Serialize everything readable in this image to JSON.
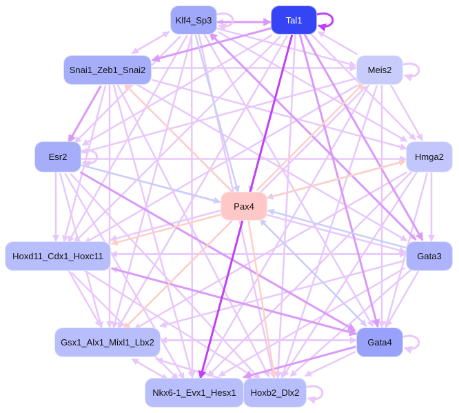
{
  "colors": {
    "lilac": "#e8c8fb",
    "violet": "#d99af8",
    "strong": "#c040f8",
    "blue": "#c9cff8",
    "salmon": "#ffcfc6"
  },
  "nodes": [
    {
      "id": "klf4",
      "label": "Klf4_Sp3",
      "fill": "#a0a8fa",
      "text": "#111"
    },
    {
      "id": "tal1",
      "label": "Tal1",
      "fill": "#3545f5",
      "text": "#ffffff"
    },
    {
      "id": "snai",
      "label": "Snai1_Zeb1_Snai2",
      "fill": "#a6aefa",
      "text": "#111"
    },
    {
      "id": "meis2",
      "label": "Meis2",
      "fill": "#c8ccfb",
      "text": "#111"
    },
    {
      "id": "esr2",
      "label": "Esr2",
      "fill": "#a6aefa",
      "text": "#111"
    },
    {
      "id": "hmga2",
      "label": "Hmga2",
      "fill": "#c2c6fb",
      "text": "#111"
    },
    {
      "id": "pax4",
      "label": "Pax4",
      "fill": "#ffc8c8",
      "text": "#111"
    },
    {
      "id": "hoxd11",
      "label": "Hoxd11_Cdx1_Hoxc11",
      "fill": "#b8bdfb",
      "text": "#111"
    },
    {
      "id": "gata3",
      "label": "Gata3",
      "fill": "#aeb4fb",
      "text": "#111"
    },
    {
      "id": "gsx1",
      "label": "Gsx1_Alx1_Mixl1_Lbx2",
      "fill": "#b8bdfb",
      "text": "#111"
    },
    {
      "id": "gata4",
      "label": "Gata4",
      "fill": "#98a2fa",
      "text": "#111"
    },
    {
      "id": "nkx6",
      "label": "Nkx6-1_Evx1_Hesx1",
      "fill": "#b8bdfb",
      "text": "#111"
    },
    {
      "id": "hoxb2",
      "label": "Hoxb2_Dlx2",
      "fill": "#b8bdfb",
      "text": "#111"
    }
  ],
  "edges": [
    [
      "klf4",
      "tal1",
      "violet"
    ],
    [
      "tal1",
      "klf4",
      "lilac"
    ],
    [
      "klf4",
      "snai",
      "lilac"
    ],
    [
      "snai",
      "klf4",
      "lilac"
    ],
    [
      "tal1",
      "snai",
      "violet"
    ],
    [
      "klf4",
      "esr2",
      "lilac"
    ],
    [
      "klf4",
      "hoxd11",
      "lilac"
    ],
    [
      "klf4",
      "gsx1",
      "lilac"
    ],
    [
      "klf4",
      "nkx6",
      "lilac"
    ],
    [
      "klf4",
      "hoxb2",
      "lilac"
    ],
    [
      "klf4",
      "gata4",
      "lilac"
    ],
    [
      "klf4",
      "gata3",
      "lilac"
    ],
    [
      "klf4",
      "hmga2",
      "lilac"
    ],
    [
      "klf4",
      "meis2",
      "lilac"
    ],
    [
      "klf4",
      "pax4",
      "blue"
    ],
    [
      "tal1",
      "nkx6",
      "strong"
    ],
    [
      "tal1",
      "pax4",
      "blue"
    ],
    [
      "tal1",
      "gsx1",
      "lilac"
    ],
    [
      "tal1",
      "hoxd11",
      "lilac"
    ],
    [
      "tal1",
      "esr2",
      "lilac"
    ],
    [
      "tal1",
      "gata4",
      "violet"
    ],
    [
      "tal1",
      "gata3",
      "violet"
    ],
    [
      "tal1",
      "hoxb2",
      "lilac"
    ],
    [
      "tal1",
      "hmga2",
      "lilac"
    ],
    [
      "meis2",
      "tal1",
      "lilac"
    ],
    [
      "snai",
      "meis2",
      "lilac"
    ],
    [
      "snai",
      "hmga2",
      "lilac"
    ],
    [
      "snai",
      "gata3",
      "lilac"
    ],
    [
      "snai",
      "gata4",
      "lilac"
    ],
    [
      "snai",
      "hoxb2",
      "lilac"
    ],
    [
      "snai",
      "nkx6",
      "lilac"
    ],
    [
      "snai",
      "gsx1",
      "lilac"
    ],
    [
      "snai",
      "hoxd11",
      "lilac"
    ],
    [
      "snai",
      "esr2",
      "violet"
    ],
    [
      "pax4",
      "snai",
      "salmon"
    ],
    [
      "esr2",
      "hmga2",
      "lilac"
    ],
    [
      "esr2",
      "pax4",
      "blue"
    ],
    [
      "esr2",
      "gata4",
      "violet"
    ],
    [
      "esr2",
      "hoxb2",
      "lilac"
    ],
    [
      "esr2",
      "nkx6",
      "lilac"
    ],
    [
      "esr2",
      "gsx1",
      "lilac"
    ],
    [
      "esr2",
      "hoxd11",
      "lilac"
    ],
    [
      "esr2",
      "gata3",
      "lilac"
    ],
    [
      "meis2",
      "esr2",
      "lilac"
    ],
    [
      "meis2",
      "hoxd11",
      "lilac"
    ],
    [
      "meis2",
      "gsx1",
      "lilac"
    ],
    [
      "meis2",
      "nkx6",
      "lilac"
    ],
    [
      "meis2",
      "hoxb2",
      "lilac"
    ],
    [
      "meis2",
      "gata4",
      "lilac"
    ],
    [
      "meis2",
      "hmga2",
      "lilac"
    ],
    [
      "pax4",
      "meis2",
      "salmon"
    ],
    [
      "hmga2",
      "pax4",
      "blue"
    ],
    [
      "pax4",
      "hmga2",
      "salmon"
    ],
    [
      "hmga2",
      "hoxd11",
      "lilac"
    ],
    [
      "hmga2",
      "gsx1",
      "lilac"
    ],
    [
      "hmga2",
      "nkx6",
      "lilac"
    ],
    [
      "hmga2",
      "hoxb2",
      "lilac"
    ],
    [
      "hmga2",
      "gata4",
      "lilac"
    ],
    [
      "hmga2",
      "gata3",
      "lilac"
    ],
    [
      "gata3",
      "pax4",
      "blue"
    ],
    [
      "gata3",
      "hoxd11",
      "lilac"
    ],
    [
      "gata3",
      "gsx1",
      "lilac"
    ],
    [
      "gata3",
      "nkx6",
      "lilac"
    ],
    [
      "gata3",
      "hoxb2",
      "lilac"
    ],
    [
      "gata3",
      "gata4",
      "lilac"
    ],
    [
      "gata3",
      "klf4",
      "violet"
    ],
    [
      "gata4",
      "pax4",
      "blue"
    ],
    [
      "gata4",
      "nkx6",
      "violet"
    ],
    [
      "gata4",
      "hoxb2",
      "lilac"
    ],
    [
      "gata4",
      "gsx1",
      "lilac"
    ],
    [
      "gata4",
      "hoxd11",
      "lilac"
    ],
    [
      "pax4",
      "hoxd11",
      "salmon"
    ],
    [
      "pax4",
      "gsx1",
      "salmon"
    ],
    [
      "pax4",
      "nkx6",
      "salmon"
    ],
    [
      "pax4",
      "hoxb2",
      "salmon"
    ],
    [
      "hoxd11",
      "gsx1",
      "lilac"
    ],
    [
      "hoxd11",
      "nkx6",
      "lilac"
    ],
    [
      "hoxd11",
      "hoxb2",
      "lilac"
    ],
    [
      "hoxd11",
      "gata4",
      "violet"
    ],
    [
      "hoxd11",
      "gata3",
      "lilac"
    ],
    [
      "gsx1",
      "nkx6",
      "lilac"
    ],
    [
      "gsx1",
      "hoxb2",
      "lilac"
    ],
    [
      "gsx1",
      "gata4",
      "lilac"
    ],
    [
      "nkx6",
      "hoxb2",
      "lilac"
    ],
    [
      "hoxb2",
      "gsx1",
      "lilac"
    ],
    [
      "nkx6",
      "gsx1",
      "lilac"
    ]
  ],
  "self_loops": [
    [
      "tal1",
      "strong"
    ],
    [
      "klf4",
      "lilac"
    ],
    [
      "meis2",
      "lilac"
    ],
    [
      "gata4",
      "lilac"
    ],
    [
      "hoxb2",
      "lilac"
    ],
    [
      "nkx6",
      "lilac"
    ],
    [
      "esr2",
      "lilac"
    ]
  ]
}
